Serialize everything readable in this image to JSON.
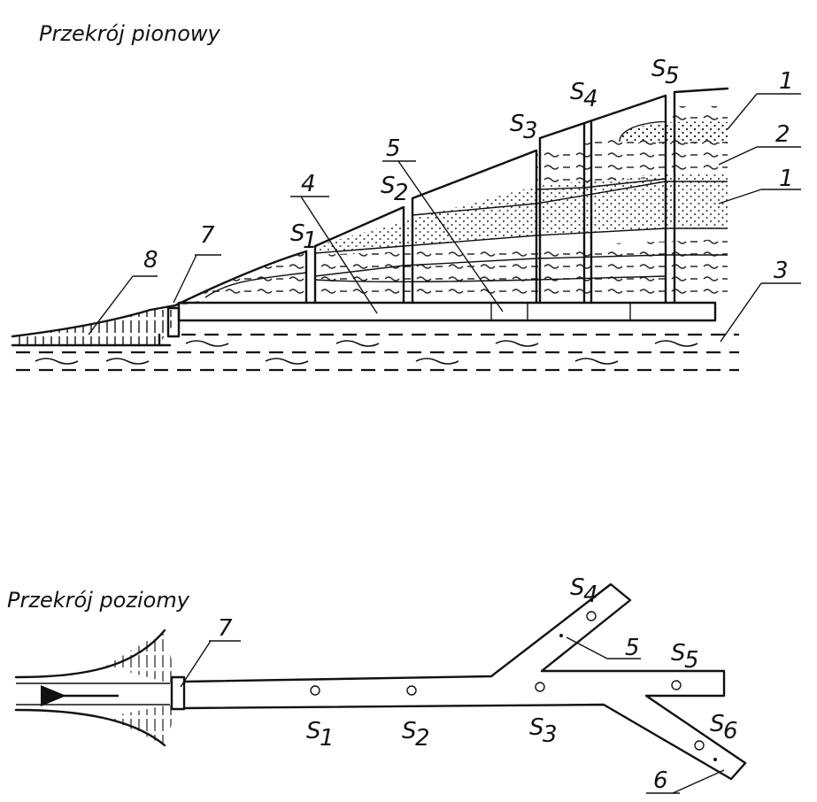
{
  "titles": {
    "vertical": "Przekrój pionowy",
    "horizontal": "Przekrój poziomy"
  },
  "vertical_section": {
    "shaft_labels": [
      "S",
      "S",
      "S",
      "S",
      "S"
    ],
    "shaft_subscripts": [
      "1",
      "2",
      "3",
      "4",
      "5"
    ],
    "callouts": {
      "c1_top": "1",
      "c2": "2",
      "c1_mid": "1",
      "c3": "3",
      "c4": "4",
      "c5": "5",
      "c7": "7",
      "c8": "8"
    }
  },
  "horizontal_section": {
    "shaft_labels": [
      "S",
      "S",
      "S",
      "S",
      "S",
      "S"
    ],
    "shaft_subscripts": [
      "1",
      "2",
      "3",
      "4",
      "5",
      "6"
    ],
    "callouts": {
      "c5": "5",
      "c6": "6",
      "c7": "7"
    },
    "flow_arrow": "arrow-left-icon"
  }
}
